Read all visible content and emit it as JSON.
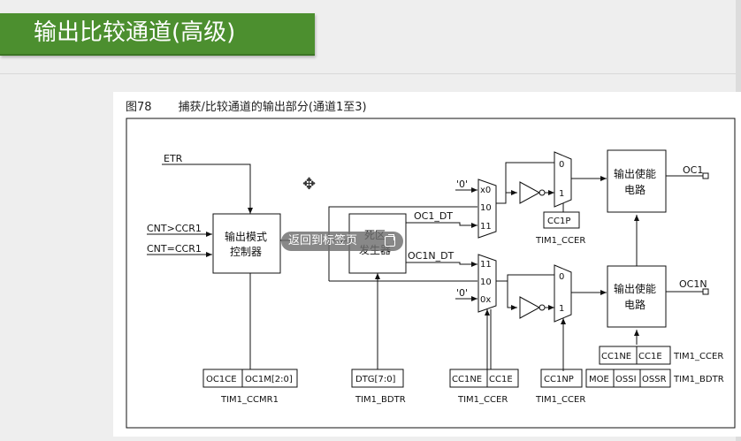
{
  "slide": {
    "title": "输出比较通道(高级)"
  },
  "figure": {
    "number": "图78",
    "caption": "捕获/比较通道的输出部分(通道1至3)"
  },
  "diagram": {
    "inputs": {
      "etr": "ETR",
      "cnt_gt": "CNT>CCR1",
      "cnt_eq": "CNT=CCR1"
    },
    "mode_controller": {
      "line1": "输出模式",
      "line2": "控制器"
    },
    "dead_time": {
      "line1": "死区",
      "line2": "发生器"
    },
    "signals": {
      "oc1_dt": "OC1_DT",
      "oc1n_dt": "OC1N_DT",
      "zero_top": "'0'",
      "zero_bottom": "'0'"
    },
    "mux_top_labels": [
      "x0",
      "10",
      "11"
    ],
    "mux_bottom_labels": [
      "11",
      "10",
      "0x"
    ],
    "small_mux_labels": {
      "top0": "0",
      "top1": "1",
      "bot0": "0",
      "bot1": "1"
    },
    "enable_top": {
      "line1": "输出使能",
      "line2": "电路"
    },
    "enable_bottom": {
      "line1": "输出使能",
      "line2": "电路"
    },
    "outputs": {
      "oc1": "OC1",
      "oc1n": "OC1N"
    },
    "registers": {
      "oc1ce": "OC1CE",
      "oc1m": "OC1M[2:0]",
      "ccmr1": "TIM1_CCMR1",
      "dtg": "DTG[7:0]",
      "bdtr_a": "TIM1_BDTR",
      "cc1ne": "CC1NE",
      "cc1e": "CC1E",
      "ccer_a": "TIM1_CCER",
      "cc1np": "CC1NP",
      "ccer_b": "TIM1_CCER",
      "cc1p": "CC1P",
      "ccer_c": "TIM1_CCER",
      "cc1ne_r": "CC1NE",
      "cc1e_r": "CC1E",
      "ccer_r": "TIM1_CCER",
      "moe": "MOE",
      "ossi": "OSSI",
      "ossr": "OSSR",
      "bdtr_r": "TIM1_BDTR"
    }
  },
  "toast": {
    "label": "返回到标签页",
    "icon": "external-link-icon"
  },
  "cursor": {
    "icon": "move-cursor-icon"
  }
}
